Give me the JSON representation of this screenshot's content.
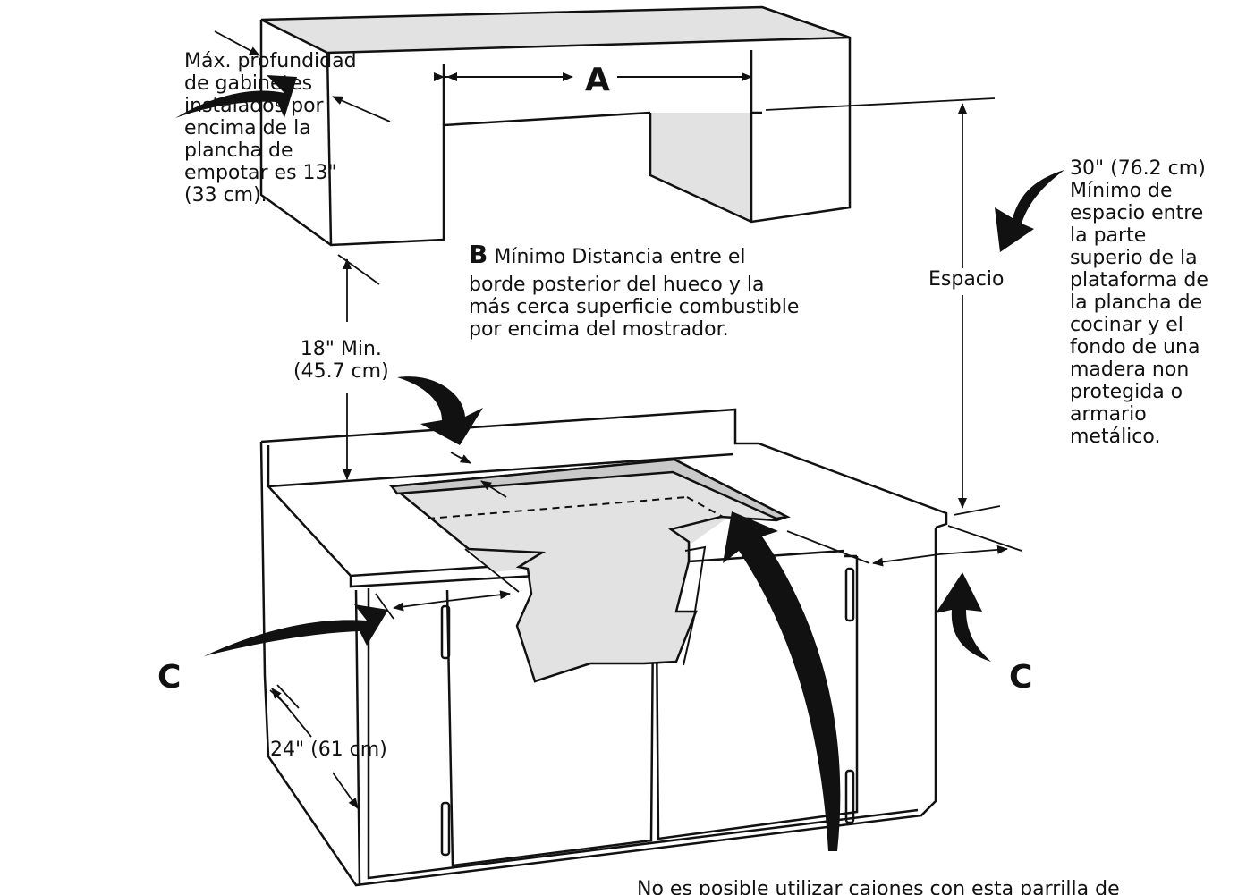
{
  "labels": {
    "left_note": [
      "Máx. profundidad",
      "de gabinetes",
      "instalados por",
      "encima de la",
      "plancha de",
      "empotar es 13\"",
      "(33 cm)."
    ],
    "dim_a": "A",
    "dim_b_letter": "B",
    "dim_b_text": [
      "Mínimo Distancia entre el",
      "borde posterior del hueco y la",
      "más cerca superficie combustible",
      "por encima  del mostrador."
    ],
    "min_18": [
      "18\" Min.",
      "(45.7 cm)"
    ],
    "espacio": "Espacio",
    "right_note": [
      "30\" (76.2 cm)",
      "Mínimo de",
      "espacio entre",
      "la parte",
      "superio de la",
      "plataforma de",
      "la plancha de",
      "cocinar y el",
      "fondo de una",
      "madera non",
      "protegida o",
      "armario",
      "metálico."
    ],
    "c_left": "C",
    "c_right": "C",
    "depth_24": "24\" (61 cm)",
    "bottom_note": "No es posible utilizar cajones con esta parrilla de"
  },
  "colors": {
    "line": "#111111",
    "shade": "#e2e2e2",
    "arrow_fill": "#111111"
  }
}
